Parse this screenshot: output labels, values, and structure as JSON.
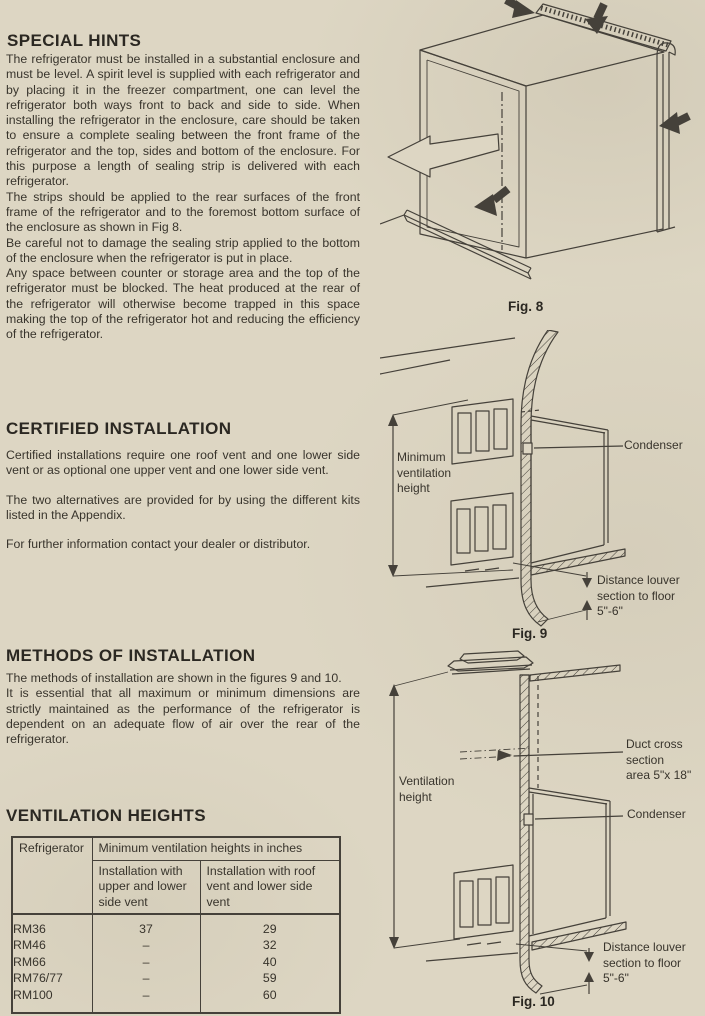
{
  "page": {
    "paper": "#ddd6c3",
    "ink": "#45413a",
    "text": "#38342c"
  },
  "sections": {
    "special_hints": {
      "heading": "SPECIAL HINTS",
      "p1": "The refrigerator must be installed in a substantial enclosure and must be level. A spirit level is supplied with each refrigerator and by placing it in the freezer compartment, one can level the refrigerator both ways front to back and side to side. When installing the refrigerator in the enclosure, care should be taken to ensure a complete sealing between the front frame of the refrigerator and the top, sides and bottom of the enclosure. For this purpose a length of sealing strip is delivered with each refrigerator.",
      "p2": "The strips should be applied to the rear surfaces of the front frame of the refrigerator and to the foremost bottom surface of the enclosure as shown in Fig 8.",
      "p3": "Be careful not to damage the sealing strip applied to the bottom of the enclosure  when the refrigerator is put in place.",
      "p4": "Any space between counter or storage area and the top of the refrigerator must be blocked. The heat produced at the rear of the refrigerator will otherwise become trapped in this space making the top of the refrigerator hot and reducing the efficiency of the refrigerator."
    },
    "certified_installation": {
      "heading": "CERTIFIED INSTALLATION",
      "p1": "Certified installations require one roof vent and one lower side vent or as optional one upper vent and one lower side vent.",
      "p2": "The two alternatives are provided for by using the different kits listed in the Appendix.",
      "p3": "For further information contact your dealer or distributor."
    },
    "methods_of_installation": {
      "heading": "METHODS OF INSTALLATION",
      "p1": "The methods of installation are shown in the figures 9 and 10.",
      "p2": "It is essential that all maximum or minimum dimensions are strictly maintained as the performance of the refrigerator is dependent on an adequate flow of air over the rear of the refrigerator."
    },
    "ventilation_heights": {
      "heading": "VENTILATION HEIGHTS"
    }
  },
  "table": {
    "col_refrigerator": "Refrigerator",
    "span_header": "Minimum ventilation heights in inches",
    "sub_header_1": "Installation with upper and lower side vent",
    "sub_header_2": "Installation with roof vent and lower side vent",
    "rows": [
      {
        "model": "RM36",
        "upper_lower_vent": "37",
        "roof_lower_vent": "29"
      },
      {
        "model": "RM46",
        "upper_lower_vent": "–",
        "roof_lower_vent": "32"
      },
      {
        "model": "RM66",
        "upper_lower_vent": "–",
        "roof_lower_vent": "40"
      },
      {
        "model": "RM76/77",
        "upper_lower_vent": "–",
        "roof_lower_vent": "59"
      },
      {
        "model": "RM100",
        "upper_lower_vent": "–",
        "roof_lower_vent": "60"
      }
    ]
  },
  "figures": {
    "fig8": {
      "caption": "Fig. 8"
    },
    "fig9": {
      "caption": "Fig. 9",
      "label_min_vent_height": "Minimum\nventilation\nheight",
      "label_condenser": "Condenser",
      "label_distance": "Distance louver\nsection to floor\n5\"-6\""
    },
    "fig10": {
      "caption": "Fig. 10",
      "label_vent_height": "Ventilation\nheight",
      "label_duct": "Duct cross\nsection\narea 5\"x 18\"",
      "label_condenser": "Condenser",
      "label_distance": "Distance louver\nsection to floor\n5\"-6\""
    }
  }
}
